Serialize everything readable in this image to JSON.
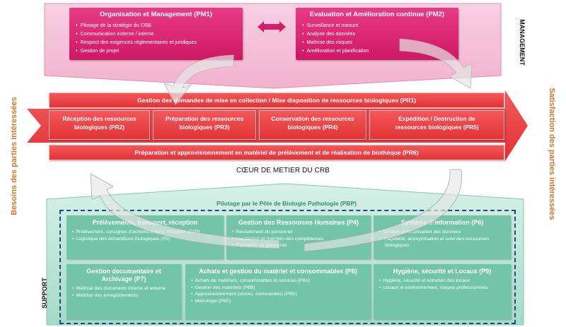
{
  "side": {
    "left_label": "Besoins des parties intéressées",
    "right_label": "Satisfaction des parties intéressées"
  },
  "management": {
    "label": "MANAGEMENT",
    "pm1": {
      "title": "Organisation et Management (PM1)",
      "items": [
        "Pilotage de la stratégie du CRB",
        "Communication externe / interne",
        "Respect des exigences réglementaires et juridiques",
        "Gestion de projet"
      ]
    },
    "pm2": {
      "title": "Evaluation et Amélioration continue (PM2)",
      "items": [
        "Surveillance et mesure",
        "Analyse des données",
        "Maîtrise des risques",
        "Amélioration et planification"
      ]
    }
  },
  "core": {
    "pr1": "Gestion des demandes de mise en collection / Mise disposition de ressources biologiques (PR1)",
    "mid": [
      {
        "line1": "Réception des ressources",
        "line2": "biologiques (PR2)"
      },
      {
        "line1": "Préparation des ressources",
        "line2": "biologiques (PR3)"
      },
      {
        "line1": "Conservation des ressources",
        "line2": "biologiques (PR4)"
      },
      {
        "line1": "Expédition /  Destruction de",
        "line2": "ressources biologiques (PR5)"
      }
    ],
    "pr6": "Préparation et  approvisionnement en matériel de prélèvement et de réalisation de biothèque (PR6)",
    "title": "CŒUR DE METIER DU CRB"
  },
  "support": {
    "label": "SUPPORT",
    "pbp": "Pilotage par le Pôle de Biologie Pathologie (PBP)",
    "boxes": [
      {
        "title": "Prélèvements, transport, réception",
        "items": [
          "Prélèvement, consignes d’acheminement, réception (P1B)",
          "Logistique des échantillons biologiques (P5)"
        ]
      },
      {
        "title": "Gestion des Ressources Humaines (P4)",
        "items": [
          "Recrutement du personnel",
          "Habilitation et maintien des compétences",
          "Formation du personnel"
        ]
      },
      {
        "title": "Système d’information (P6)",
        "items": [
          "Gestion et sécurisation des données",
          "Traçabilité, anonymisation et suivi des ressources biologiques"
        ]
      },
      {
        "title": "Gestion documentaire et Archivage (P7)",
        "items": [
          "Maîtrise des documents interne et externe",
          "Maîtrise des enregistrements"
        ]
      },
      {
        "title": "Achats et gestion du matériel et consommables (P8)",
        "items": [
          "Achats de matériels, consommables et services (P8A)",
          "Gestion des matériels (P8B)",
          "Approvisionnement (stocks, commandes) (P8D)",
          "Métrologie (P8E)"
        ]
      },
      {
        "title": "Hygiène, sécurité et Locaux (P9)",
        "items": [
          "Hygiène, sécurité et entretien des locaux",
          "Locaux et environnement, risques professionnels"
        ]
      }
    ]
  },
  "colors": {
    "management": "#e0287a",
    "core": "#e8383c",
    "support": "#72c5a9"
  }
}
